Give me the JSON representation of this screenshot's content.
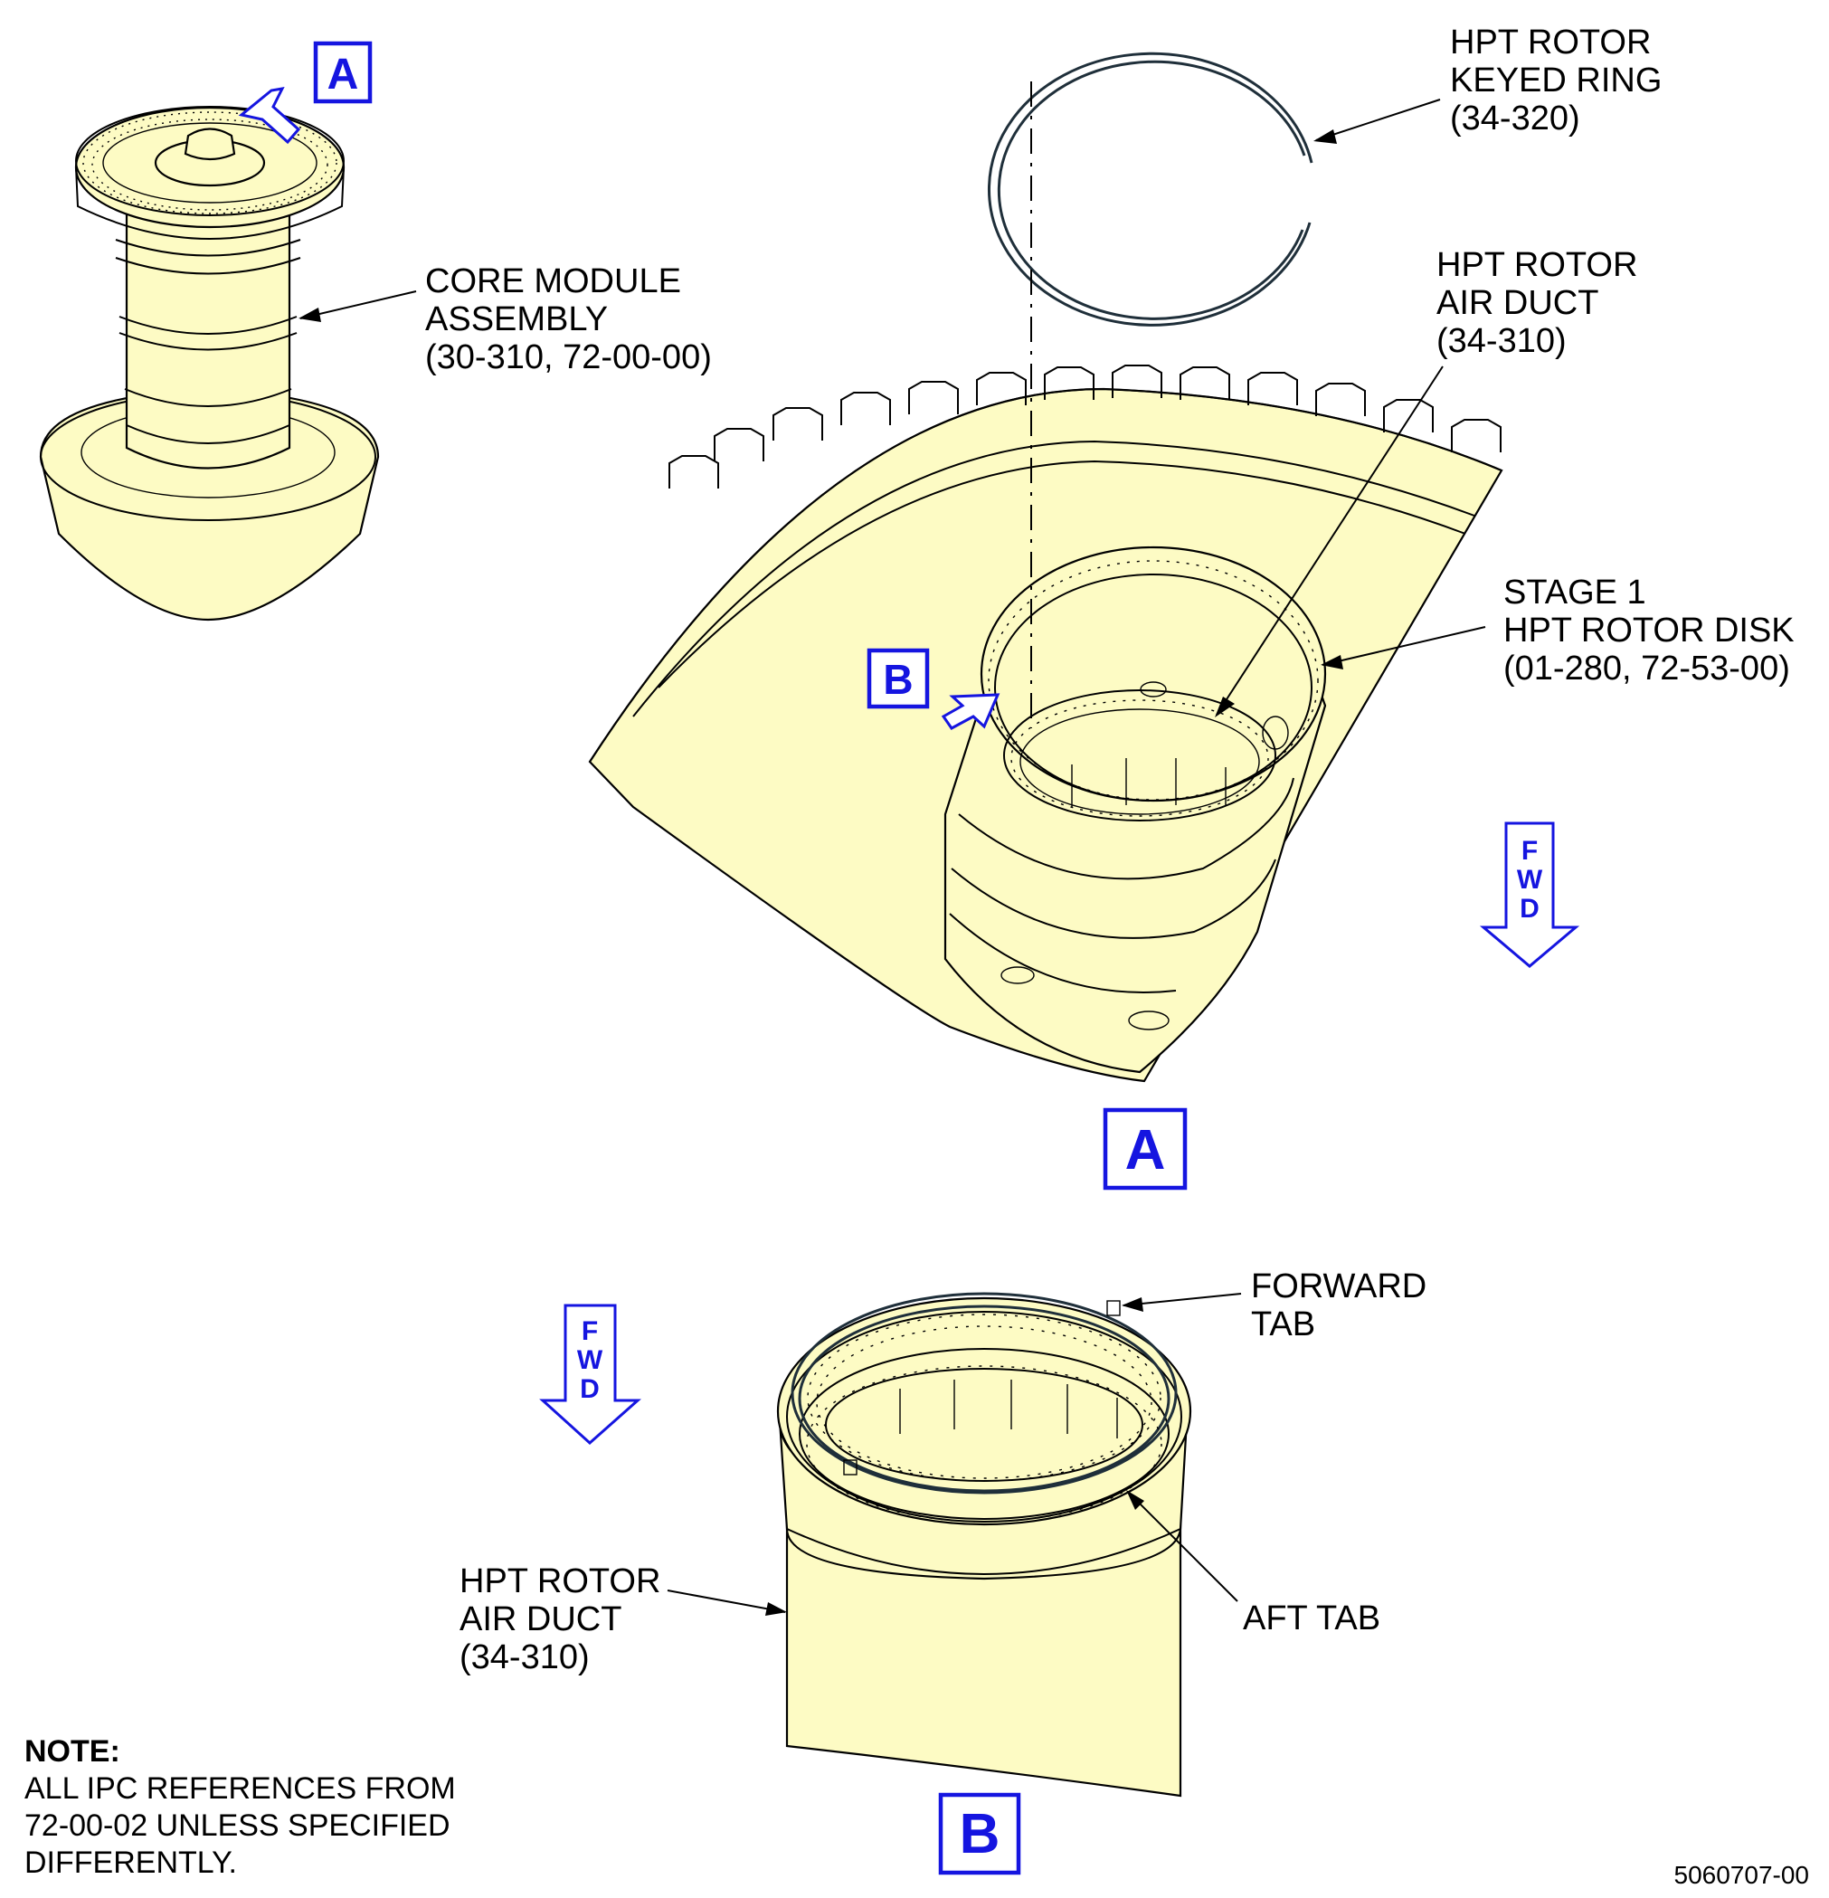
{
  "callouts": {
    "core_module": [
      "CORE MODULE",
      "ASSEMBLY",
      "(30-310, 72-00-00)"
    ],
    "keyed_ring": [
      "HPT ROTOR",
      "KEYED RING",
      "(34-320)"
    ],
    "air_duct_a": [
      "HPT ROTOR",
      "AIR DUCT",
      "(34-310)"
    ],
    "disk": [
      "STAGE 1",
      "HPT ROTOR DISK",
      "(01-280, 72-53-00)"
    ],
    "forward_tab": [
      "FORWARD",
      "TAB"
    ],
    "aft_tab": "AFT TAB",
    "air_duct_b": [
      "HPT ROTOR",
      "AIR DUCT",
      "(34-310)"
    ]
  },
  "view_markers": {
    "detail_a_ref": "A",
    "detail_b_ref": "B",
    "view_a_title": "A",
    "view_b_title": "B"
  },
  "fwd_indicator": [
    "F",
    "W",
    "D"
  ],
  "note": {
    "title": "NOTE:",
    "lines": [
      "ALL IPC REFERENCES FROM",
      "72-00-02 UNLESS SPECIFIED",
      "DIFFERENTLY."
    ]
  },
  "figure_number": "5060707-00",
  "colors": {
    "part_fill": "#fdfbc4",
    "marker_blue": "#1515e0",
    "ring_outline": "#1f2f3a"
  }
}
